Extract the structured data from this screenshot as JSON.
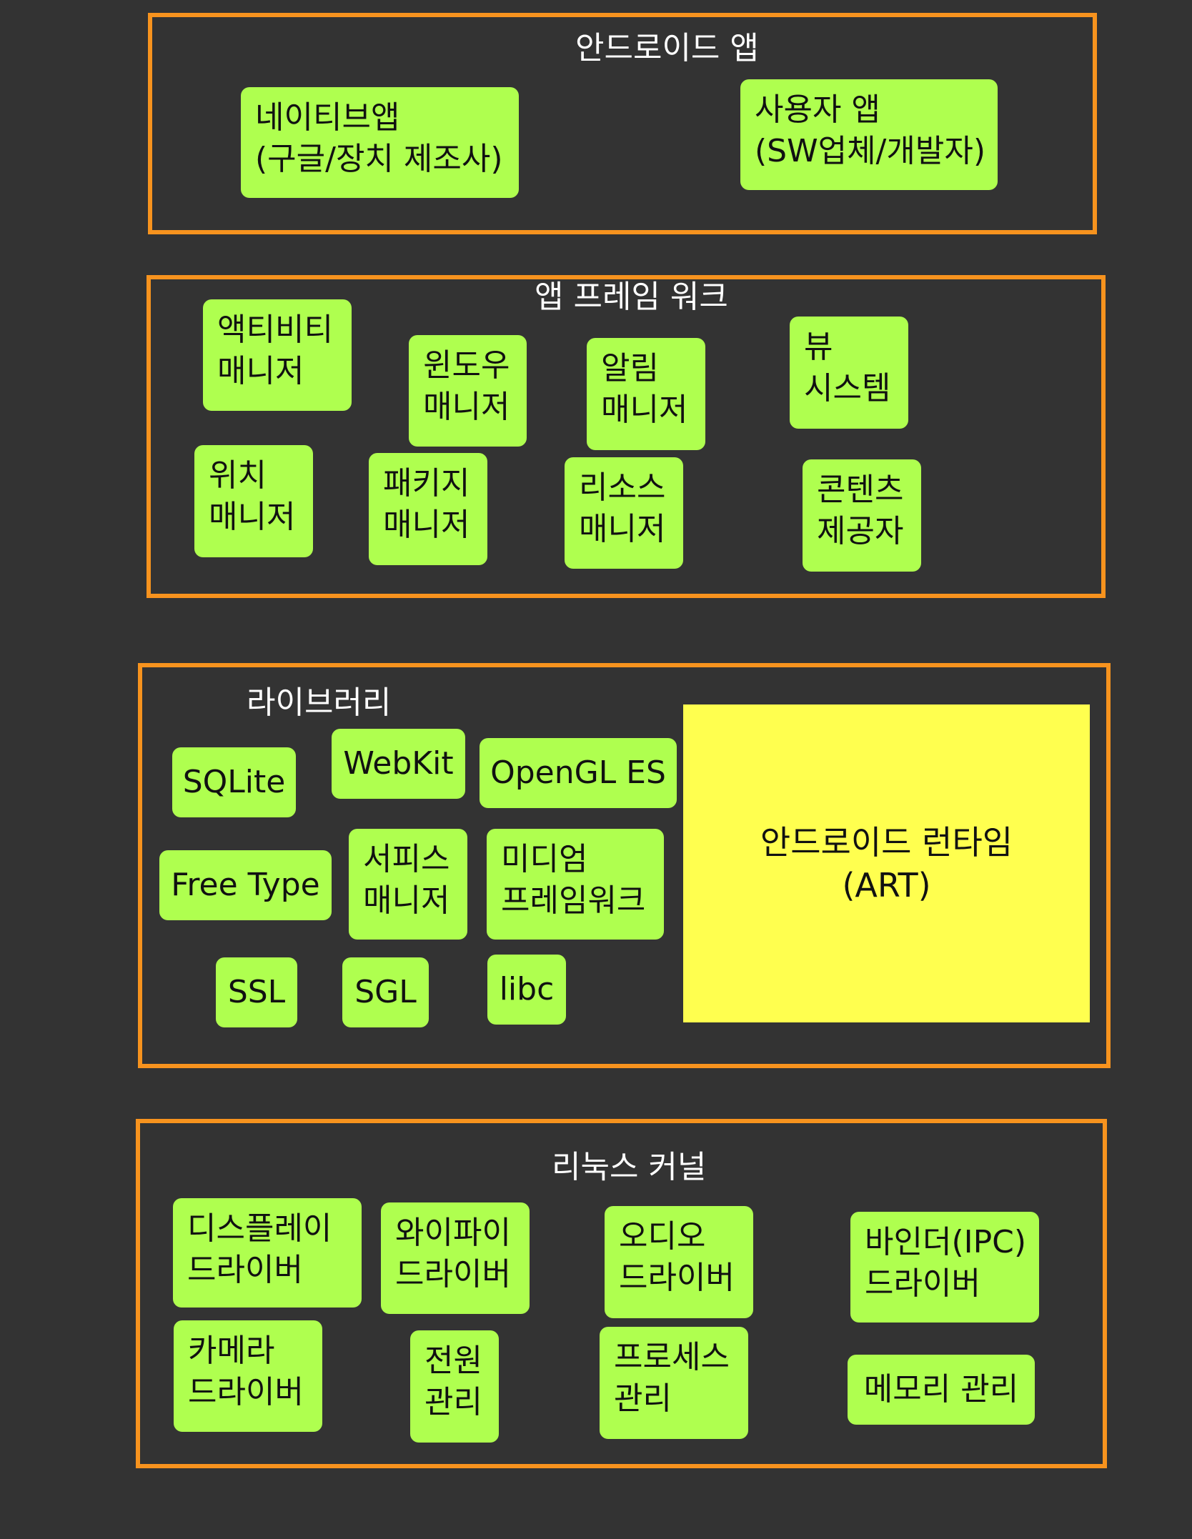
{
  "colors": {
    "background": "#333333",
    "layer_border": "#F7931E",
    "component": "#AFFF4F",
    "runtime": "#FFFF4F",
    "title_text": "#FFFFFF"
  },
  "layers": {
    "apps": {
      "title": "안드로이드 앱",
      "items": [
        "네이티브앱\n(구글/장치 제조사)",
        "사용자 앱\n(SW업체/개발자)"
      ]
    },
    "framework": {
      "title": "앱 프레임 워크",
      "items": [
        "액티비티\n매니저",
        "윈도우\n매니저",
        "알림\n매니저",
        "뷰\n시스템",
        "위치\n매니저",
        "패키지\n매니저",
        "리소스\n매니저",
        "콘텐츠\n제공자"
      ]
    },
    "libraries": {
      "title": "라이브러리",
      "items": [
        "SQLite",
        "WebKit",
        "OpenGL ES",
        "Free Type",
        "서피스\n매니저",
        "미디엄\n프레임워크",
        "SSL",
        "SGL",
        "libc"
      ],
      "runtime": "안드로이드 런타임\n(ART)"
    },
    "kernel": {
      "title": "리눅스 커널",
      "items": [
        "디스플레이\n드라이버",
        "와이파이\n드라이버",
        "오디오\n드라이버",
        "바인더(IPC)\n드라이버",
        "카메라\n드라이버",
        "전원\n관리",
        "프로세스\n관리",
        "메모리 관리"
      ]
    }
  }
}
